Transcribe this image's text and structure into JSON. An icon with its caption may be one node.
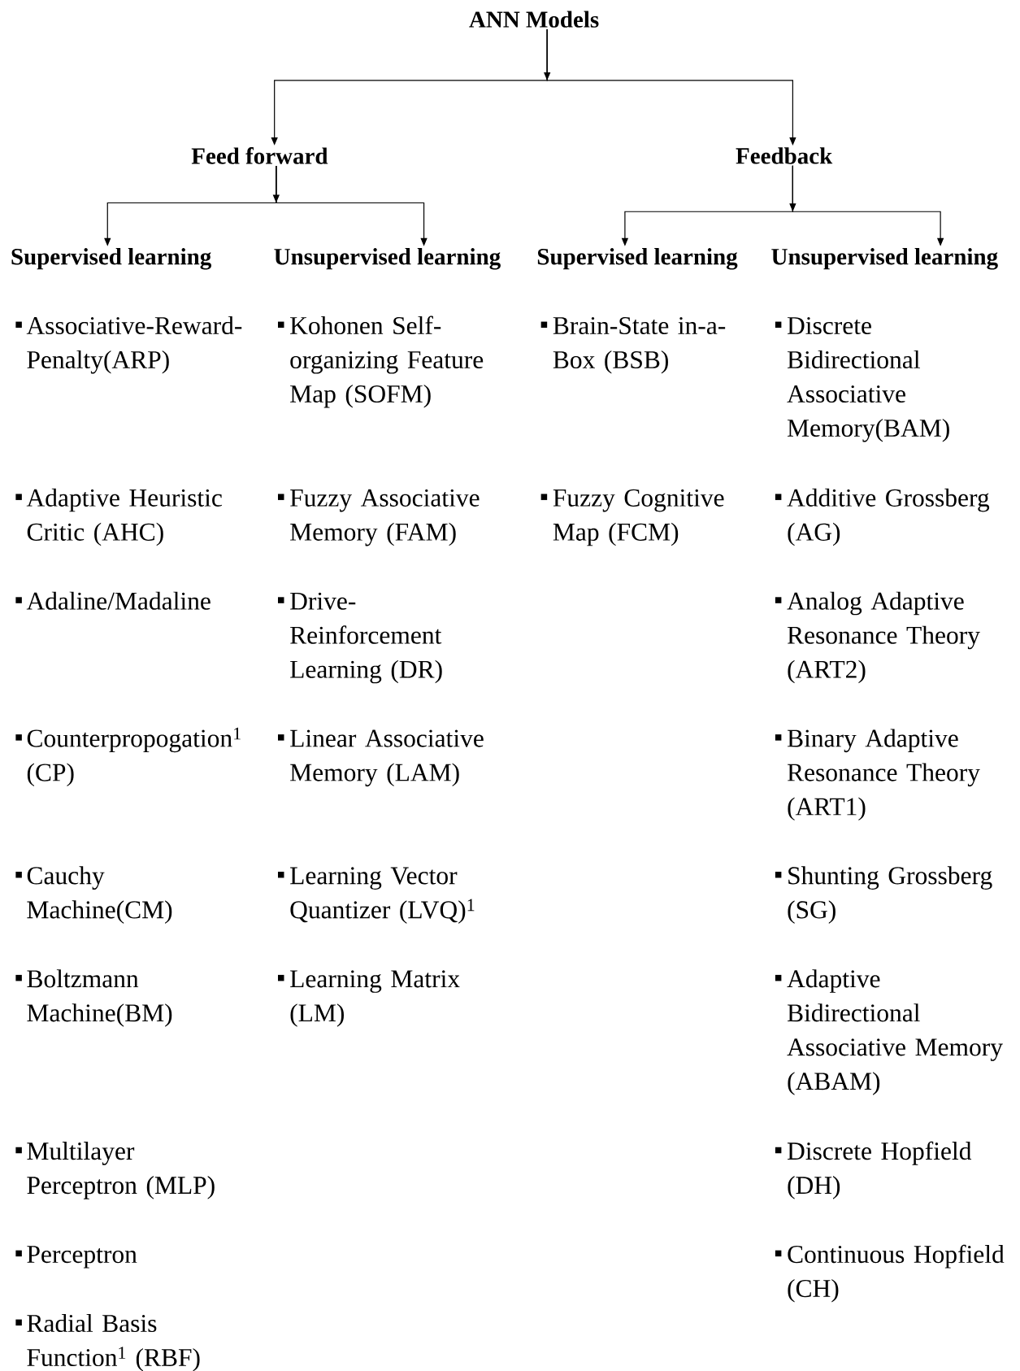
{
  "diagram": {
    "nodes": [
      {
        "text": [
          "ANN Models"
        ]
      },
      {
        "text": [
          "Feed forward"
        ]
      },
      {
        "text": [
          "Feedback"
        ]
      },
      {
        "text": [
          "Supervised learning"
        ]
      },
      {
        "text": [
          "Unsupervised learning"
        ]
      },
      {
        "text": [
          "Supervised learning"
        ]
      },
      {
        "text": [
          "Unsupervised learning"
        ]
      }
    ],
    "edges": [
      {
        "from": 0,
        "to": 1,
        "arrow": "to"
      },
      {
        "from": 0,
        "to": 2,
        "arrow": "to"
      },
      {
        "from": 1,
        "to": 3,
        "arrow": "to"
      },
      {
        "from": 1,
        "to": 4,
        "arrow": "to"
      },
      {
        "from": 2,
        "to": 5,
        "arrow": "to"
      },
      {
        "from": 2,
        "to": 6,
        "arrow": "to"
      }
    ],
    "labels": [
      "Associative-Reward-Penalty(ARP)",
      "Adaptive Heuristic Critic (AHC)",
      "Adaline/Madaline",
      "Counterpropogation$^{1}$ (CP)",
      "Cauchy Machine(CM)",
      "Boltzmann Machine(BM)",
      "Multilayer Perceptron (MLP)",
      "Perceptron",
      "Radial Basis Function$^{1}$ (RBF)",
      "Kohonen Self-organizing Feature Map (SOFM)",
      "Fuzzy Associative Memory (FAM)",
      "Drive-Reinforcement Learning (DR)",
      "Linear Associative Memory (LAM)",
      "Learning Vector Quantizer (LVQ)$^{1}$",
      "Learning Matrix (LM)",
      "Brain-State in-a-Box (BSB)",
      "Fuzzy Cognitive Map (FCM)",
      "Discrete Bidirectional Associative Memory(BAM)",
      "Additive Grossberg (AG)",
      "Analog Adaptive Resonance Theory (ART2)",
      "Binary Adaptive Resonance Theory (ART1)",
      "Shunting Grossberg (SG)",
      "Adaptive Bidirectional Associative Memory (ABAM)",
      "Discrete Hopfield (DH)",
      "Continuous Hopfield (CH)"
    ]
  }
}
